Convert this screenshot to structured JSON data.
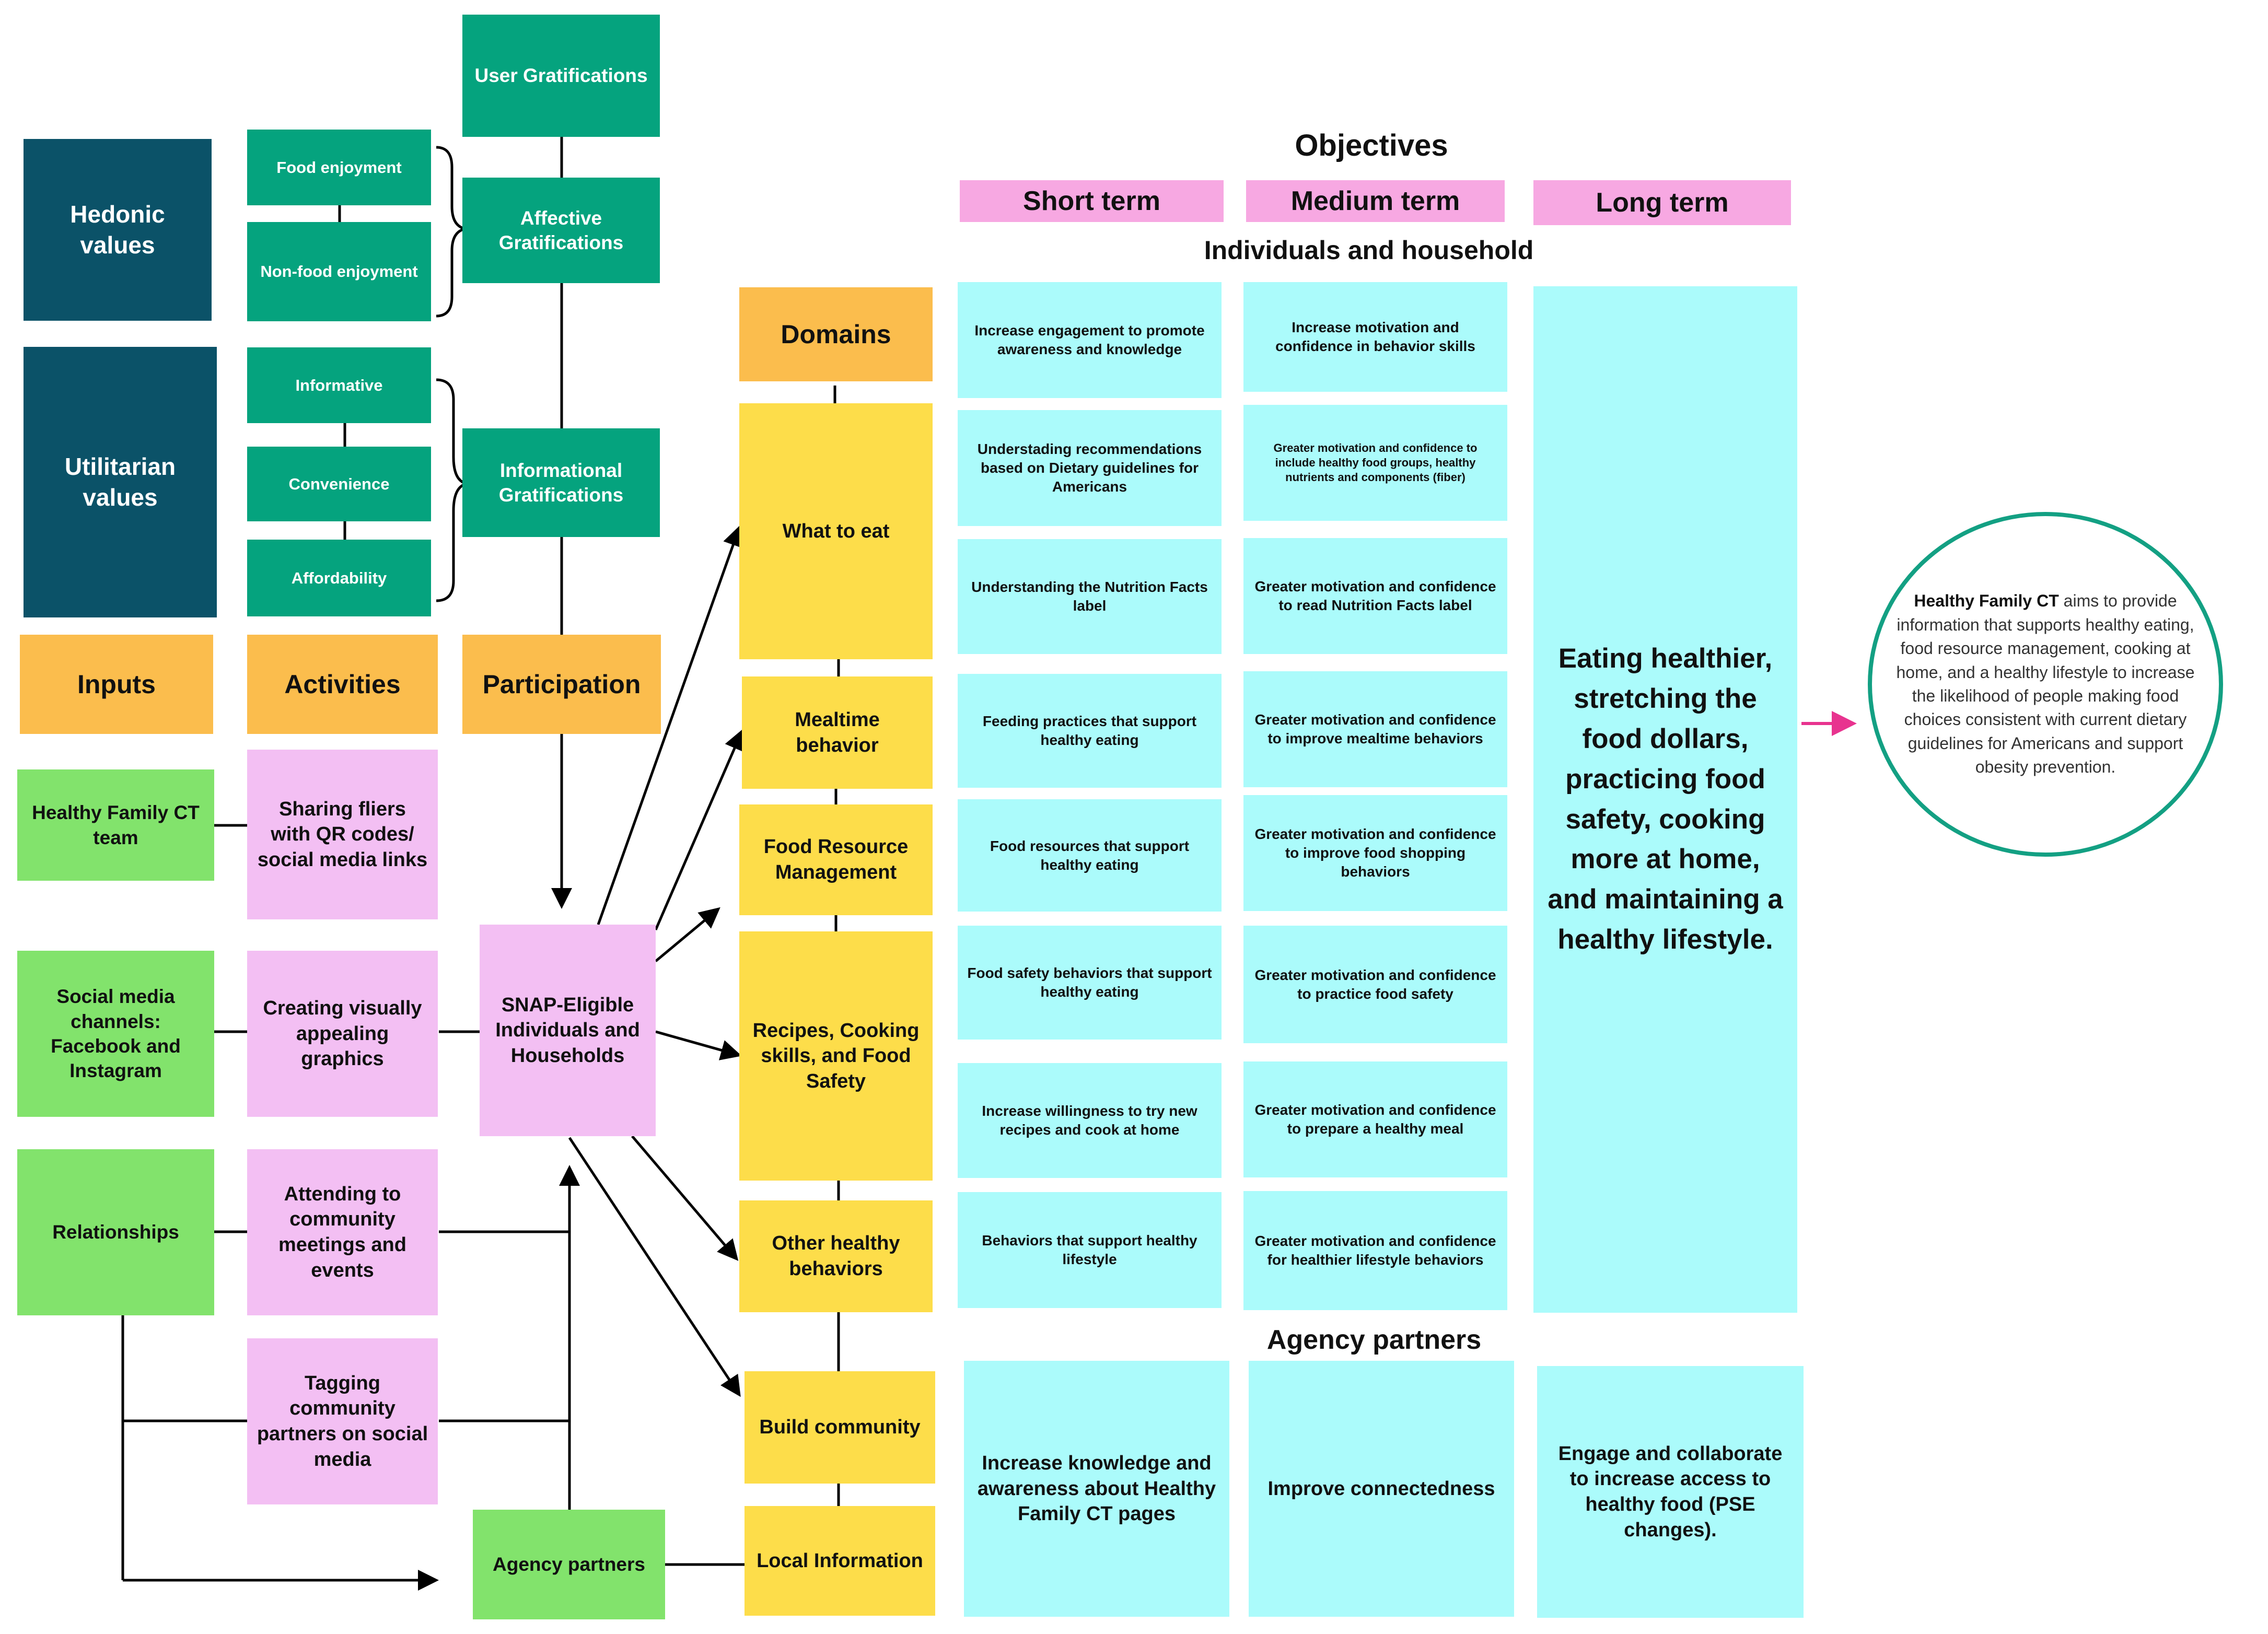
{
  "values": {
    "hedonic": "Hedonic values",
    "utilitarian": "Utilitarian values",
    "food_enjoyment": "Food enjoyment",
    "nonfood_enjoyment": "Non-food enjoyment",
    "informative": "Informative",
    "convenience": "Convenience",
    "affordability": "Affordability"
  },
  "gratifications": {
    "user": "User Gratifications",
    "affective": "Affective Gratifications",
    "informational": "Informational Gratifications"
  },
  "columns": {
    "inputs": "Inputs",
    "activities": "Activities",
    "participation": "Participation",
    "domains": "Domains"
  },
  "inputs": [
    "Healthy Family CT team",
    "Social media channels: Facebook and Instagram",
    "Relationships"
  ],
  "activities": [
    "Sharing fliers with QR codes/ social media links",
    "Creating visually appealing graphics",
    "Attending to community meetings and events",
    "Tagging community partners on social media"
  ],
  "participants": {
    "snap": "SNAP-Eligible Individuals and Households",
    "agency": "Agency partners"
  },
  "domains": [
    "What to eat",
    "Mealtime behavior",
    "Food Resource Management",
    "Recipes, Cooking skills, and Food Safety",
    "Other healthy behaviors",
    "Build community",
    "Local Information"
  ],
  "objectives": {
    "title": "Objectives",
    "short_term": "Short term",
    "medium_term": "Medium term",
    "long_term": "Long term",
    "individuals_heading": "Individuals and household",
    "agency_heading": "Agency partners"
  },
  "short_term_individual": [
    "Increase engagement to promote awareness  and knowledge",
    "Understading recommendations based on Dietary guidelines for Americans",
    "Understanding the Nutrition Facts label",
    "Feeding practices that support healthy eating",
    "Food resources that support healthy eating",
    "Food safety behaviors  that support healthy eating",
    "Increase willingness to try new recipes and cook at home",
    "Behaviors that support healthy lifestyle"
  ],
  "medium_term_individual": [
    "Increase motivation and confidence in behavior skills",
    "Greater motivation and confidence to include  healthy food groups, healthy nutrients and components (fiber)",
    "Greater motivation and confidence to read Nutrition Facts label",
    "Greater motivation and confidence to improve mealtime behaviors",
    "Greater motivation and confidence to improve food shopping behaviors",
    "Greater motivation and confidence to practice food safety",
    "Greater motivation and confidence to prepare a healthy meal",
    "Greater motivation and confidence for healthier lifestyle behaviors"
  ],
  "long_term_individual": "Eating healthier, stretching the food dollars, practicing food safety, cooking more at home, and maintaining a healthy lifestyle.",
  "agency_objectives": {
    "short": "Increase knowledge and awareness about Healthy Family CT pages",
    "medium": "Improve connectedness",
    "long": "Engage and collaborate to increase access to healthy food (PSE changes)."
  },
  "goal": {
    "name": "Healthy Family CT",
    "text": " aims to provide information that supports healthy eating, food resource management, cooking at home, and a healthy lifestyle to increase the likelihood of people making food choices consistent with current dietary guidelines for Americans and support obesity prevention."
  },
  "colors": {
    "navy": "#0b5268",
    "teal": "#05a37e",
    "orange": "#fbbd4d",
    "green": "#82e36c",
    "pink": "#f3bff3",
    "yellow": "#fddd4a",
    "cyan": "#abfbfb",
    "tab_pink": "#f7a8e2",
    "goal_border": "#13a083",
    "arrow_pink": "#e8338f"
  }
}
